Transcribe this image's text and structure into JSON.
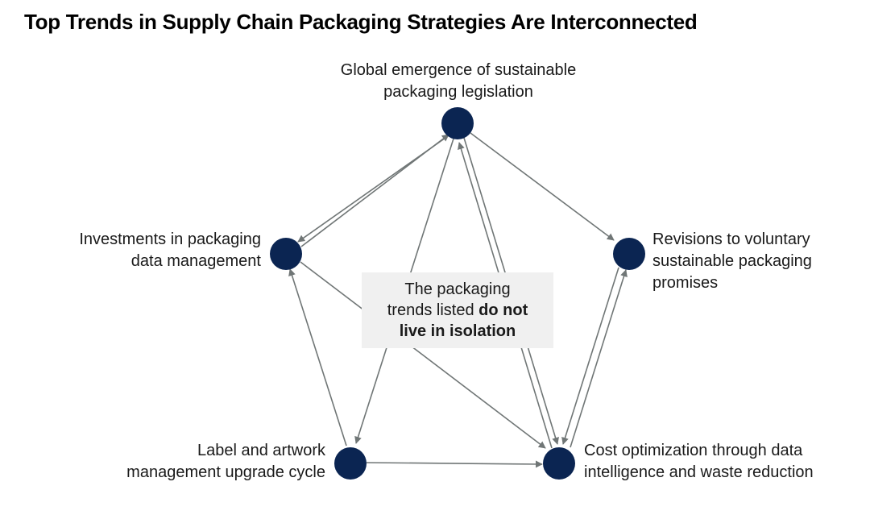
{
  "title": "Top Trends in Supply Chain Packaging Strategies Are Interconnected",
  "nodes": {
    "top": {
      "line1": "Global emergence of sustainable",
      "line2": "packaging legislation"
    },
    "left": {
      "line1": "Investments in packaging",
      "line2": "data management"
    },
    "right": {
      "line1": "Revisions to voluntary",
      "line2": "sustainable packaging",
      "line3": "promises"
    },
    "bottom_left": {
      "line1": "Label and artwork",
      "line2": "management upgrade cycle"
    },
    "bottom_right": {
      "line1": "Cost optimization through data",
      "line2": "intelligence and waste reduction"
    }
  },
  "center": {
    "line1": "The packaging",
    "line2_plain": "trends listed ",
    "line2_bold": "do not",
    "line3_bold": "live in isolation"
  },
  "colors": {
    "node": "#0b2552",
    "arrow": "#707676",
    "center_bg": "#f0f0f0"
  }
}
